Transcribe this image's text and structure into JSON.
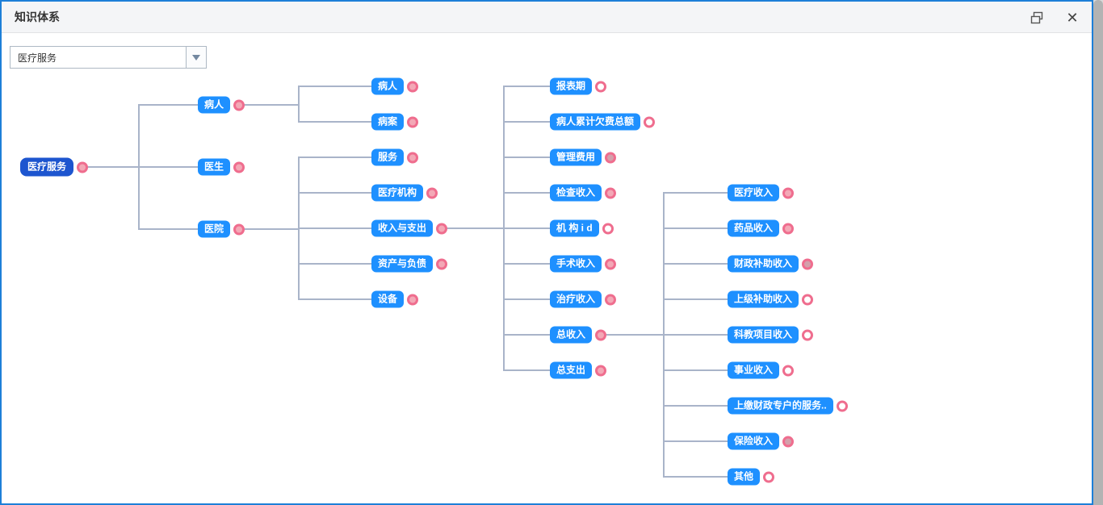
{
  "window": {
    "title": "知识体系",
    "controls": {
      "restore_label": "restore",
      "close_label": "✕"
    }
  },
  "toolbar": {
    "dropdown": {
      "value": "医疗服务"
    }
  },
  "colors": {
    "window_border": "#1d7fd8",
    "node_blue": "#1e90ff",
    "root_blue": "#1d55cf",
    "connector_line": "#a9b4c9",
    "dot_ring": "#ef6d8e",
    "dot_fill_pink": "#f3a8b6",
    "dot_fill_white": "#ffffff"
  },
  "tree": {
    "root_label": "医疗服务",
    "nodes": [
      {
        "label": "医疗服务",
        "dot": "filled"
      },
      {
        "label": "病人",
        "dot": "filled"
      },
      {
        "label": "医生",
        "dot": "filled"
      },
      {
        "label": "医院",
        "dot": "filled"
      },
      {
        "label": "病人",
        "dot": "filled"
      },
      {
        "label": "病案",
        "dot": "filled"
      },
      {
        "label": "服务",
        "dot": "filled"
      },
      {
        "label": "医疗机构",
        "dot": "filled"
      },
      {
        "label": "收入与支出",
        "dot": "filled"
      },
      {
        "label": "资产与负债",
        "dot": "filled"
      },
      {
        "label": "设备",
        "dot": "filled"
      },
      {
        "label": "报表期",
        "dot": "hollow"
      },
      {
        "label": "病人累计欠费总额",
        "dot": "hollow"
      },
      {
        "label": "管理费用",
        "dot": "muted"
      },
      {
        "label": "检查收入",
        "dot": "filled"
      },
      {
        "label": "机 构 i d",
        "dot": "hollow"
      },
      {
        "label": "手术收入",
        "dot": "filled"
      },
      {
        "label": "治疗收入",
        "dot": "filled"
      },
      {
        "label": "总收入",
        "dot": "filled"
      },
      {
        "label": "总支出",
        "dot": "filled"
      },
      {
        "label": "医疗收入",
        "dot": "filled"
      },
      {
        "label": "药品收入",
        "dot": "filled"
      },
      {
        "label": "财政补助收入",
        "dot": "muted"
      },
      {
        "label": "上级补助收入",
        "dot": "hollow"
      },
      {
        "label": "科教项目收入",
        "dot": "hollow"
      },
      {
        "label": "事业收入",
        "dot": "hollow"
      },
      {
        "label": "上缴财政专户的服务..",
        "dot": "hollow"
      },
      {
        "label": "保险收入",
        "dot": "muted"
      },
      {
        "label": "其他",
        "dot": "hollow"
      }
    ]
  }
}
